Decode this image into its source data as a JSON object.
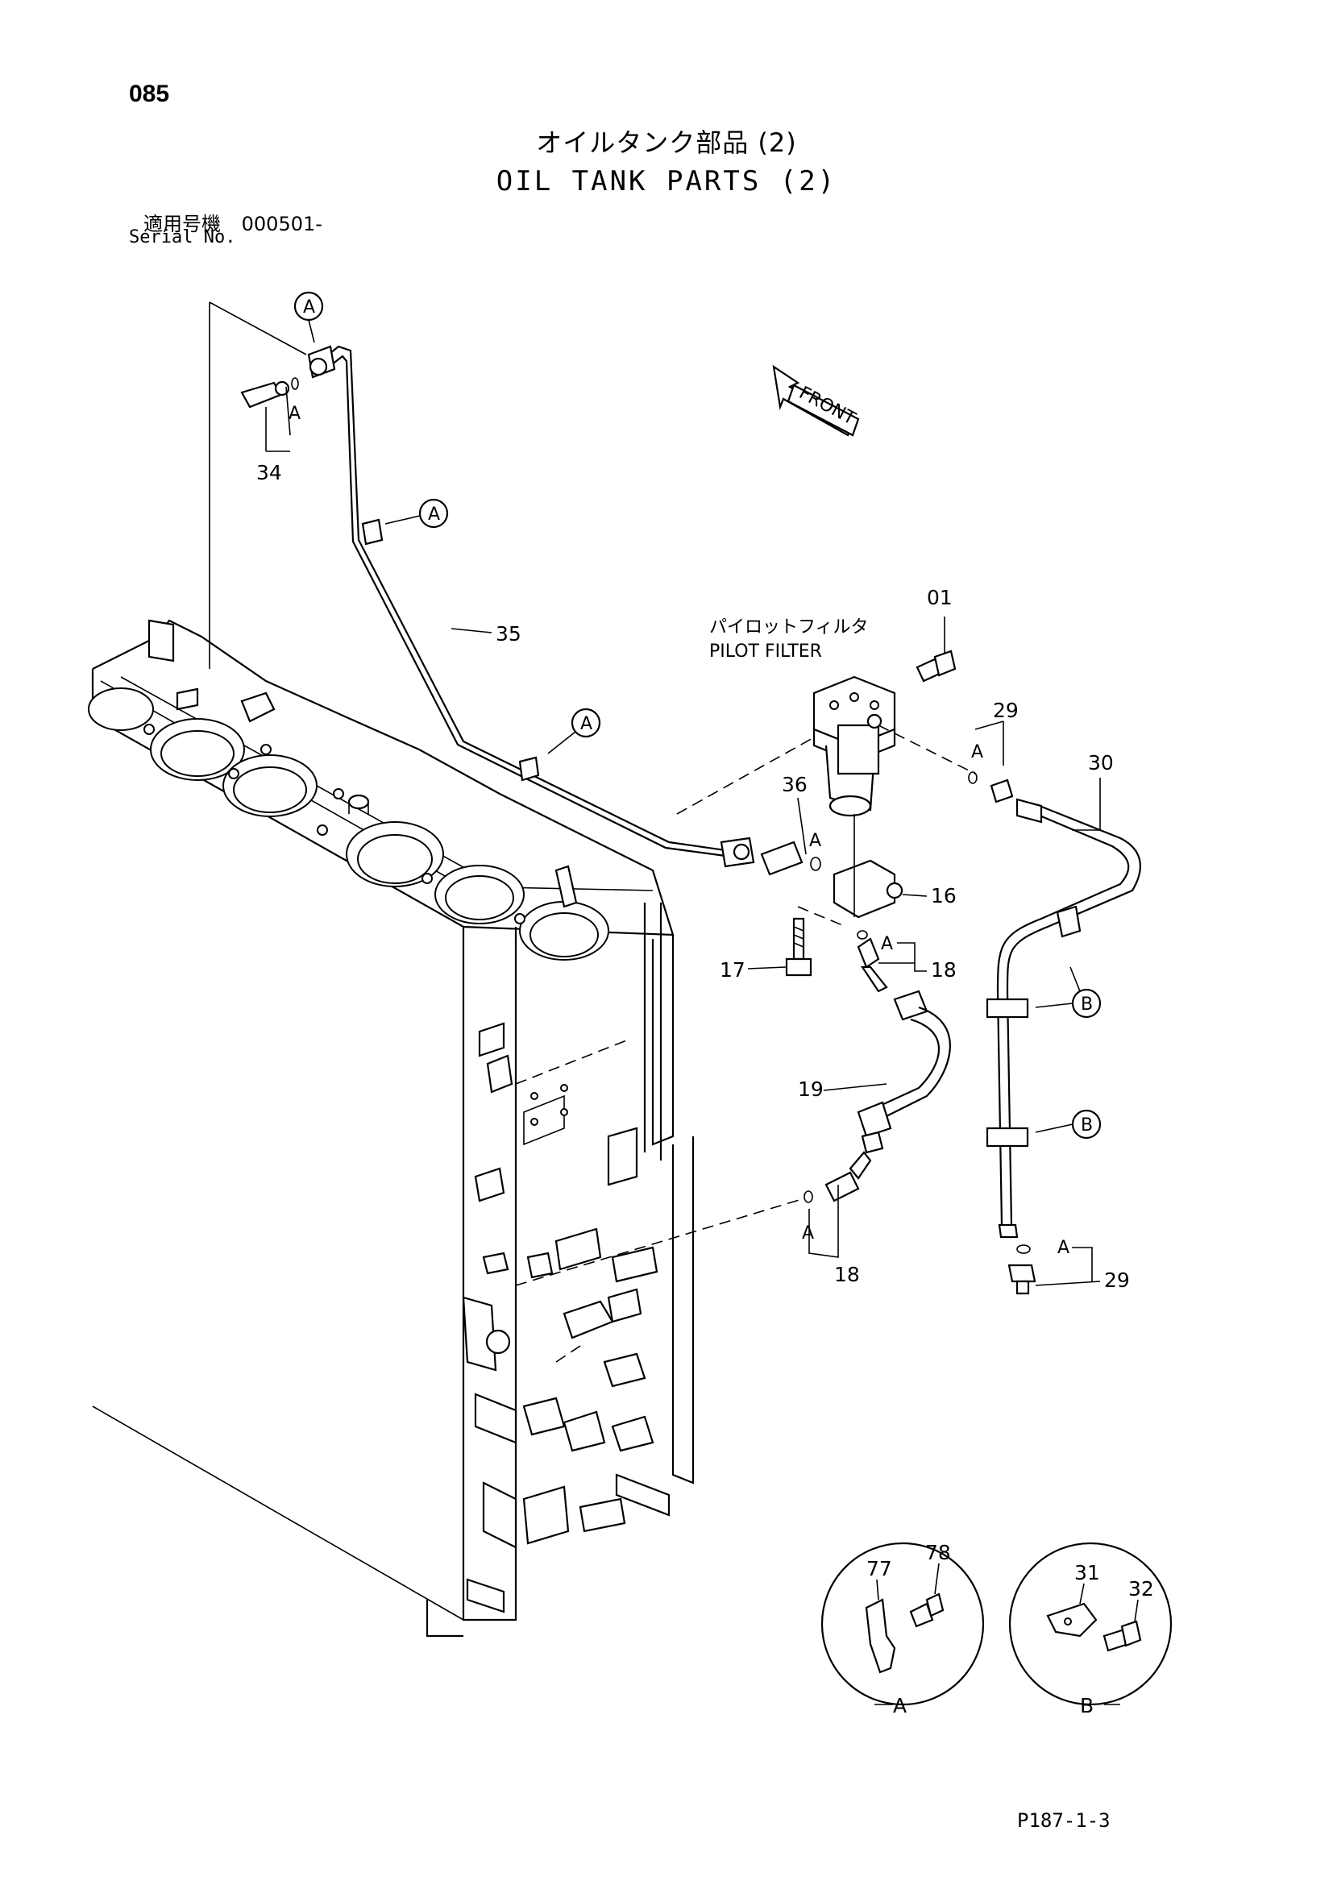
{
  "header": {
    "page_number": "085",
    "title_jp": "オイルタンク部品 (2)",
    "title_en": "OIL TANK PARTS (2)",
    "serial_label_jp": "適用号機",
    "serial_value": "000501-",
    "serial_label_en": "Serial No."
  },
  "component_labels": {
    "pilot_filter_jp": "パイロットフィルタ",
    "pilot_filter_en": "PILOT FILTER",
    "front_arrow": "FRONT"
  },
  "part_callouts": {
    "p01": "01",
    "p16": "16",
    "p17": "17",
    "p18_upper": "18",
    "p18_lower": "18",
    "p19": "19",
    "p29_upper": "29",
    "p29_lower": "29",
    "p30": "30",
    "p31": "31",
    "p32": "32",
    "p34": "34",
    "p35": "35",
    "p36": "36",
    "p77": "77",
    "p78": "78"
  },
  "reference_marks": {
    "a": "A",
    "b": "B"
  },
  "detail_views": {
    "view_a_label": "A",
    "view_b_label": "B"
  },
  "footer": {
    "drawing_code": "P187-1-3"
  }
}
